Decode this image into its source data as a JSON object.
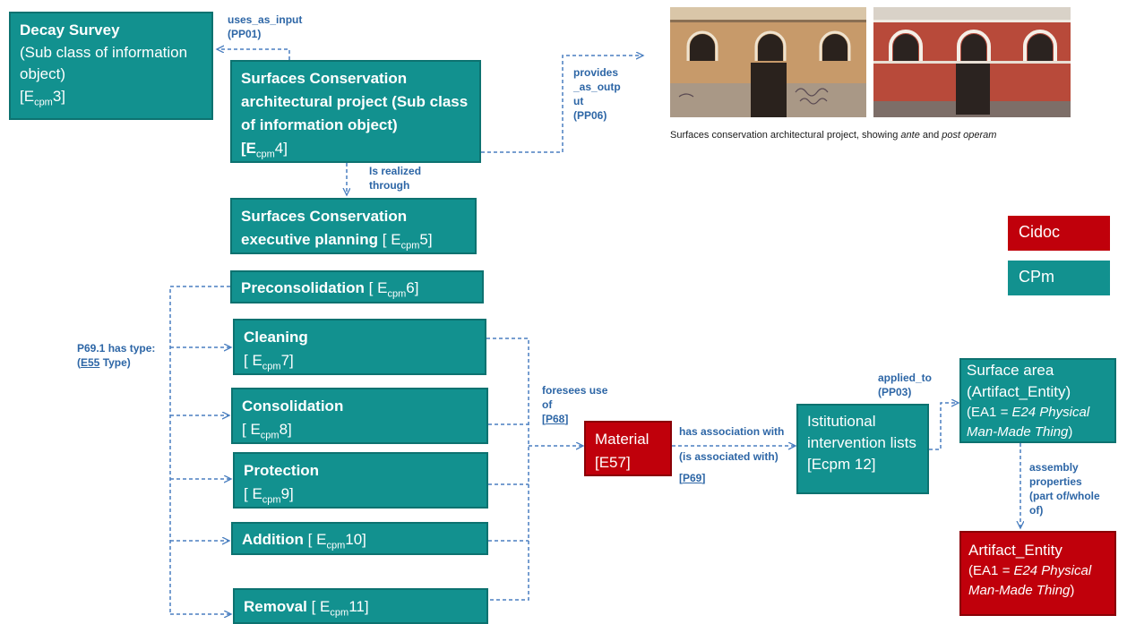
{
  "nodes": {
    "decay_survey": {
      "title": "Decay Survey",
      "desc": "(Sub class of information object)",
      "code_pre": "[E",
      "code_sub": "cpm",
      "code_post": "3]"
    },
    "surfaces_project": {
      "title": "Surfaces Conservation architectural project (Sub class of information object)",
      "code_pre": "[E",
      "code_sub": "cpm",
      "code_post": "4]"
    },
    "executive_planning": {
      "title": "Surfaces Conservation executive planning",
      "code_pre": "[ E",
      "code_sub": "cpm",
      "code_post": "5]"
    },
    "preconsolidation": {
      "title": "Preconsolidation",
      "code_pre": "[ E",
      "code_sub": "cpm",
      "code_post": "6]"
    },
    "cleaning": {
      "title": "Cleaning",
      "code_pre": "[ E",
      "code_sub": "cpm",
      "code_post": "7]"
    },
    "consolidation": {
      "title": "Consolidation",
      "code_pre": "[ E",
      "code_sub": "cpm",
      "code_post": "8]"
    },
    "protection": {
      "title": "Protection",
      "code_pre": "[ E",
      "code_sub": "cpm",
      "code_post": "9]"
    },
    "addition": {
      "title": "Addition",
      "code_pre": "[ E",
      "code_sub": "cpm",
      "code_post": "10]"
    },
    "removal": {
      "title": "Removal",
      "code_pre": "[ E",
      "code_sub": "cpm",
      "code_post": "11]"
    },
    "material": {
      "title": "Material",
      "code": "[E57]"
    },
    "institutional": {
      "title": "Istitutional intervention lists [Ecpm 12]"
    },
    "surface_area": {
      "title": "Surface area (Artifact_Entity)",
      "code_pre": "(EA1 ",
      "code_ital": "= E24 Physical Man-Made Thing",
      "code_post": ")"
    },
    "artifact_entity": {
      "title": "Artifact_Entity",
      "code_pre": "(EA1 ",
      "code_ital": "= E24 Physical Man-Made Thing",
      "code_post": ")"
    }
  },
  "edges": {
    "uses_as_input": {
      "line1": "uses_as_input",
      "line2": "(PP01)"
    },
    "provides_as_output": {
      "line1": "provides",
      "line2": "_as_outp",
      "line3": "ut",
      "line4": "(PP06)"
    },
    "is_realized_through": {
      "line1": "Is realized",
      "line2": "through"
    },
    "has_type": {
      "line1": "P69.1 has type:",
      "code": "E55",
      "line2_rest": " Type)"
    },
    "foresees_use": {
      "line1": "foresees use",
      "line2": "of",
      "code": "P68"
    },
    "has_association": {
      "line1": "has association with",
      "line2": "(is associated with)",
      "code": "P69"
    },
    "applied_to": {
      "line1": "applied_to",
      "line2": "(PP03)"
    },
    "assembly": {
      "line1": "assembly",
      "line2": "properties",
      "line3": "(part of/whole",
      "line4": "of)"
    }
  },
  "caption": {
    "pre": "Surfaces conservation architectural project, showing ",
    "ante": "ante",
    "mid": " and ",
    "post": "post operam"
  },
  "legend": {
    "cidoc": "Cidoc",
    "cpm": "CPm"
  },
  "colors": {
    "teal": "#12918f",
    "red": "#c0000b",
    "edge": "#4a7fc0"
  }
}
